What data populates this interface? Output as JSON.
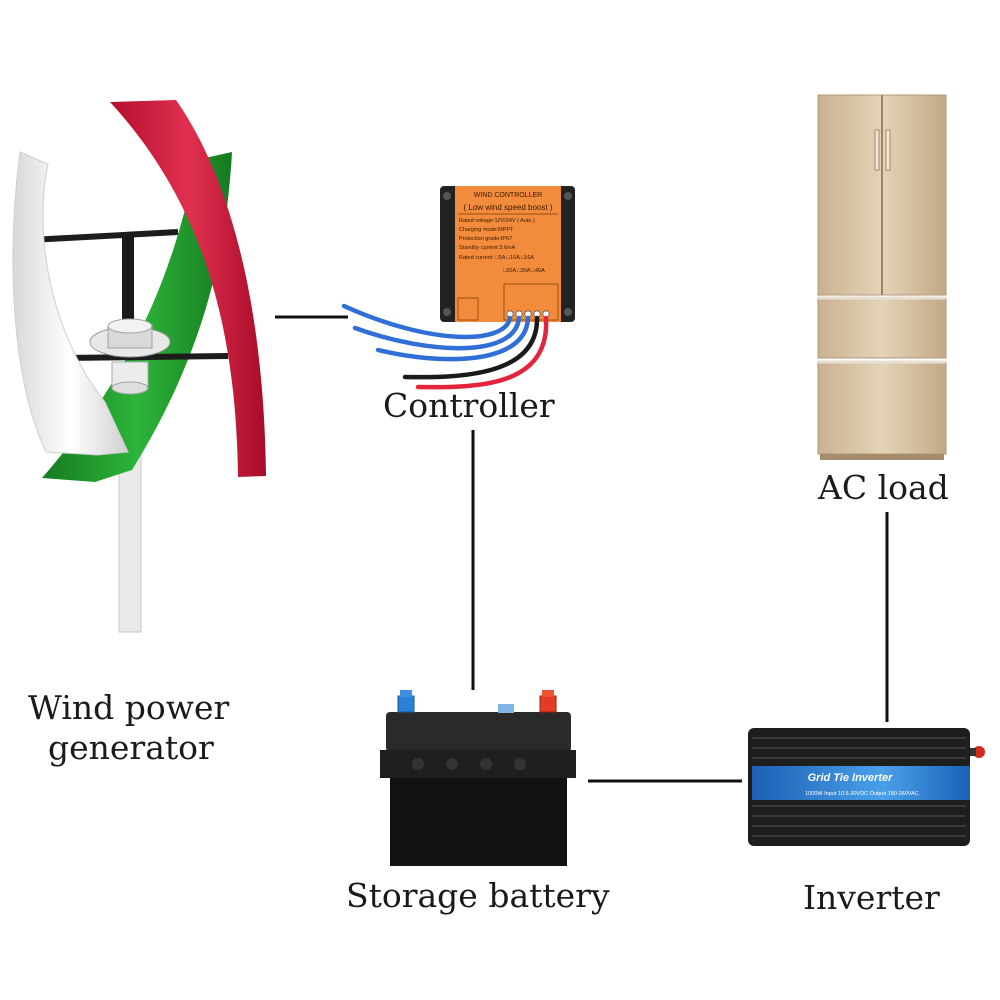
{
  "labels": {
    "controller": "Controller",
    "ac_load": "AC load",
    "wind_line1": "Wind power",
    "wind_line2": "generator",
    "battery": "Storage battery",
    "inverter": "Inverter"
  },
  "controller_device": {
    "title": "WIND CONTROLLER",
    "subtitle": "( Low wind speed boost )",
    "specs": [
      "Rated voltage:12V/24V ( Auto )",
      "Charging mode:MPPT",
      "Protection grade:IP67",
      "Standby current:3.6mA"
    ],
    "rated_current_line": "Rated current: □5A □10A □16A",
    "rated_current_line2": "□20A □30A □40A"
  },
  "inverter_device": {
    "title": "Grid Tie Inverter",
    "spec": "1000W  Input 10.5-30VDC Output 180-260VAC"
  },
  "colors": {
    "connector_line": "#111111",
    "controller_body": "#f28c3c",
    "blade_red": "#d8173b",
    "blade_green": "#1f9a2a",
    "blade_white": "#f4f4f4",
    "fridge": "#d7c3a6",
    "battery": "#1a1a1a",
    "inverter": "#1e1e1e",
    "wire_blue": "#2f6fd6",
    "wire_red": "#e3243b"
  }
}
